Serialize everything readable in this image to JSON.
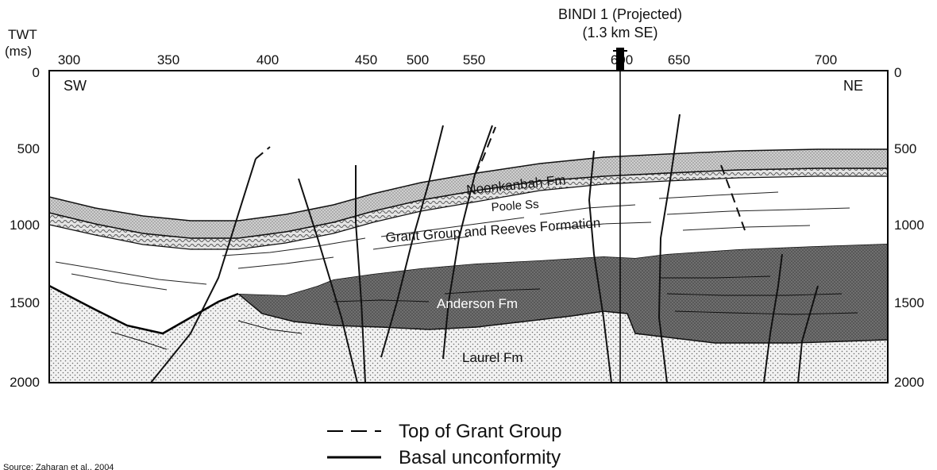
{
  "header": {
    "well_name": "BINDI 1 (Projected)",
    "well_offset": "(1.3 km SE)"
  },
  "axes": {
    "y_title_line1": "TWT",
    "y_title_line2": "(ms)",
    "x_ticks": [
      "300",
      "350",
      "400",
      "450",
      "500",
      "550",
      "600",
      "650",
      "700"
    ],
    "y_ticks_left": [
      "0",
      "500",
      "1000",
      "1500",
      "2000"
    ],
    "y_ticks_right": [
      "0",
      "500",
      "1000",
      "1500",
      "2000"
    ]
  },
  "orientation": {
    "left": "SW",
    "right": "NE"
  },
  "formations": {
    "noonkanbah": "Noonkanbah Fm",
    "poole": "Poole Ss",
    "grant": "Grant Group and Reeves Formation",
    "anderson": "Anderson Fm",
    "laurel": "Laurel Fm"
  },
  "legend": {
    "dashed_label": "Top of Grant Group",
    "solid_label": "Basal unconformity"
  },
  "source": "Source: Zaharan et al., 2004"
}
